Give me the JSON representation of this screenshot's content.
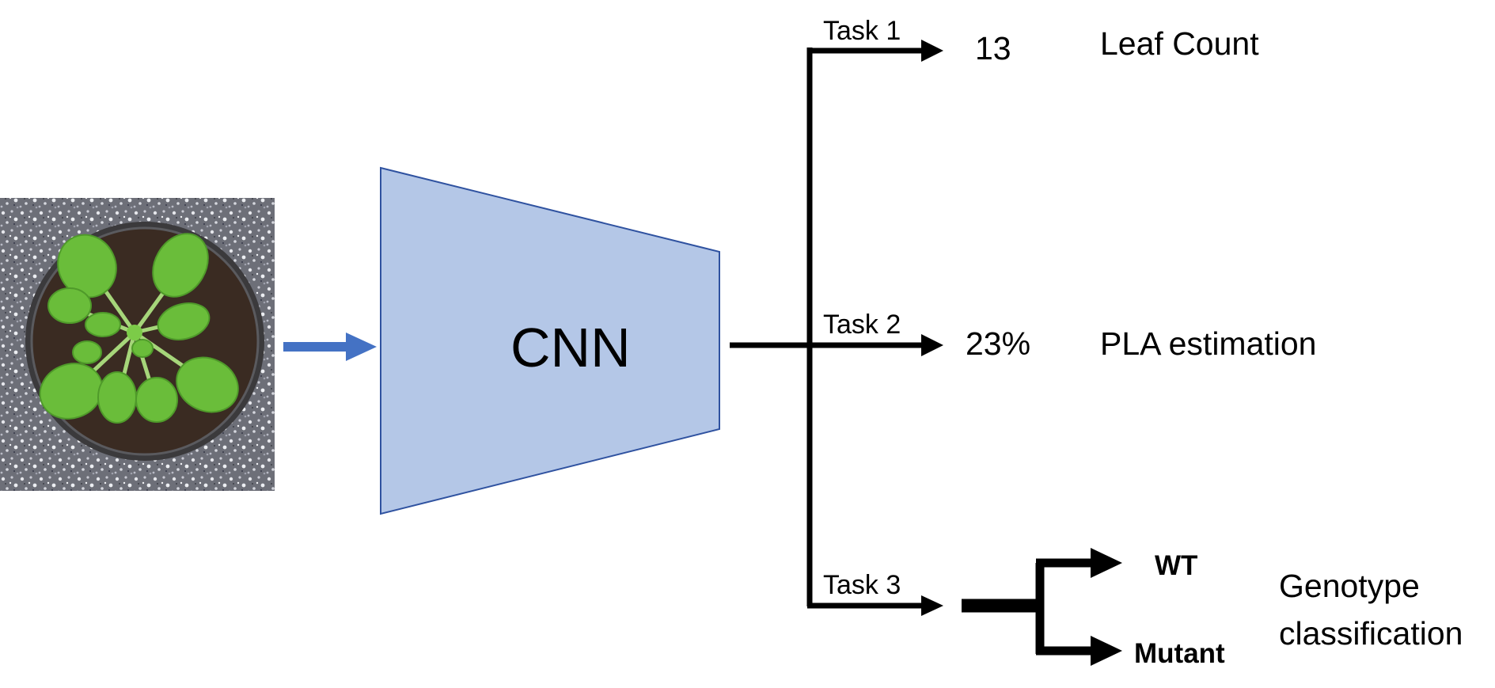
{
  "cnn": {
    "label": "CNN",
    "fill_color": "#b4c7e7",
    "stroke_color": "#2f52a0"
  },
  "input_image": {
    "icon": "rosette-plant-photo"
  },
  "input_arrow_color": "#4472c4",
  "tasks": [
    {
      "label": "Task 1",
      "value": "13",
      "output": "Leaf Count"
    },
    {
      "label": "Task 2",
      "value": "23%",
      "output": "PLA estimation"
    },
    {
      "label": "Task 3",
      "output_lines": [
        "Genotype",
        "classification"
      ]
    }
  ],
  "genotype_classes": [
    "WT",
    "Mutant"
  ]
}
